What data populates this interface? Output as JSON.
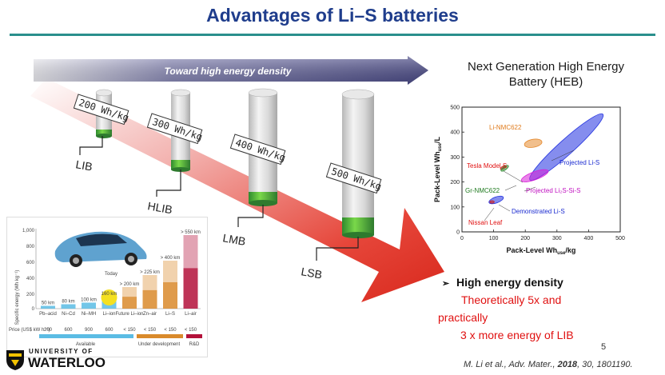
{
  "slide": {
    "title": "Advantages of Li–S batteries",
    "banner": "Toward high energy density",
    "page_number": "5",
    "citation_pre": "M. Li et al., Adv. Mater., ",
    "citation_year": "2018",
    "citation_post": ", 30, 1801190.",
    "logo_top": "UNIVERSITY OF",
    "logo_bottom": "WATERLOO"
  },
  "jars": [
    {
      "label": "200 Wh/kg",
      "name": "LIB"
    },
    {
      "label": "300 Wh/kg",
      "name": "HLIB"
    },
    {
      "label": "400 Wh/kg",
      "name": "LMB"
    },
    {
      "label": "500 Wh/kg",
      "name": "LSB"
    }
  ],
  "heb": {
    "title_line1": "Next Generation High Energy",
    "title_line2": "Battery (HEB)",
    "bullet": "High energy density",
    "line1": "Theoretically 5x and",
    "line2": "practically",
    "line3": "3 x more energy of LIB"
  },
  "inset": {
    "ylabel": "Specific energy (Wh kg⁻¹)",
    "ticks": [
      "1,000",
      "800",
      "600",
      "400",
      "200",
      "0"
    ],
    "bars": [
      {
        "name": "Pb–acid",
        "range": "50 km",
        "value": 35
      },
      {
        "name": "Ni–Cd",
        "range": "80 km",
        "value": 55
      },
      {
        "name": "Ni–MH",
        "range": "100 km",
        "value": 75
      },
      {
        "name": "Li–ion",
        "range": "160 km",
        "value": 150
      },
      {
        "name": "Future Li–ion",
        "range": "> 200 km",
        "value": 270
      },
      {
        "name": "Zn–air",
        "range": "> 225 km",
        "value": 420
      },
      {
        "name": "Li–S",
        "range": "> 400 km",
        "value": 600
      },
      {
        "name": "Li–air",
        "range": "> 550 km",
        "value": 920
      }
    ],
    "today_label": "Today",
    "price_label": "Price (US$ kW h⁻¹)",
    "prices": [
      "200",
      "600",
      "900",
      "600",
      "< 150",
      "< 150",
      "< 150",
      "< 150"
    ],
    "groups": [
      "Available",
      "Under development",
      "R&D"
    ],
    "colors": {
      "available": "#5bbce4",
      "under": "#d98a2b",
      "rnd": "#b3113a"
    }
  },
  "chart_data": {
    "type": "scatter",
    "xlabel": "Pack-Level Wh",
    "xlabel_sub": "use",
    "xlabel_post": "/kg",
    "ylabel": "Pack-Level Wh",
    "ylabel_sub": "use",
    "ylabel_post": "/L",
    "xlim": [
      0,
      500
    ],
    "ylim": [
      0,
      500
    ],
    "xticks": [
      0,
      100,
      200,
      300,
      400,
      500
    ],
    "yticks": [
      0,
      100,
      200,
      300,
      400,
      500
    ],
    "regions": [
      {
        "name": "Li-NMC622",
        "cx": 225,
        "cy": 355,
        "rx": 28,
        "ry": 16,
        "angle": 10,
        "color": "#e58a2e",
        "label_color": "#e07a1a"
      },
      {
        "name": "Projected Li-S",
        "cx": 330,
        "cy": 340,
        "rx": 155,
        "ry": 30,
        "angle": 42,
        "color": "#2030e0",
        "label_color": "#1a2ad0"
      },
      {
        "name": "Tesla Model S",
        "cx": 130,
        "cy": 258,
        "rx": 10,
        "ry": 5,
        "angle": 30,
        "color": "#cc1a1a",
        "label_color": "#e01010"
      },
      {
        "name": "Gr-NMC622",
        "cx": 135,
        "cy": 255,
        "rx": 14,
        "ry": 7,
        "angle": 35,
        "color": "#2d8a2d",
        "label_color": "#1f7a1f"
      },
      {
        "name": "Projected Li₂S-Si-S",
        "label_html": "Projected Li",
        "cx": 230,
        "cy": 225,
        "rx": 45,
        "ry": 16,
        "angle": 20,
        "color": "#d81fd8",
        "label_color": "#c010c0"
      },
      {
        "name": "Demonstrated Li-S",
        "cx": 108,
        "cy": 128,
        "rx": 24,
        "ry": 12,
        "angle": 20,
        "color": "#2030e0",
        "label_color": "#1a2ad0"
      },
      {
        "name": "Nissan Leaf",
        "cx": 95,
        "cy": 120,
        "rx": 7,
        "ry": 5,
        "angle": 0,
        "color": "#cc1a1a",
        "label_color": "#e01010"
      }
    ]
  }
}
